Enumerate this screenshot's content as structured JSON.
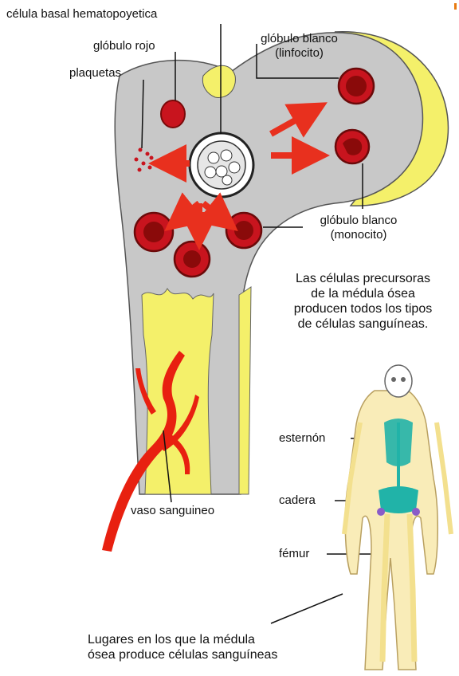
{
  "labels": {
    "basal": "célula basal hematopoyetica",
    "rojo": "glóbulo rojo",
    "plaquetas": "plaquetas",
    "linfocito_1": "glóbulo blanco",
    "linfocito_2": "(linfocito)",
    "monocito_1": "glóbulo blanco",
    "monocito_2": "(monocito)",
    "vaso": "vaso sanguineo",
    "esternon": "esternón",
    "cadera": "cadera",
    "femur": "fémur"
  },
  "caption_top": [
    "Las células precursoras",
    "de la médula ósea",
    "producen todos los tipos",
    "de células sanguíneas."
  ],
  "caption_bottom": [
    "Lugares en los que la médula",
    "ósea produce células sanguíneas"
  ],
  "colors": {
    "bone": "#c8c8c8",
    "cartilage": "#f4f06a",
    "cell_red": "#c8141e",
    "arrow": "#e8301e",
    "vessel": "#e82010",
    "marrow_highlight": "#21b3a8",
    "skeleton": "#f3e08e"
  }
}
